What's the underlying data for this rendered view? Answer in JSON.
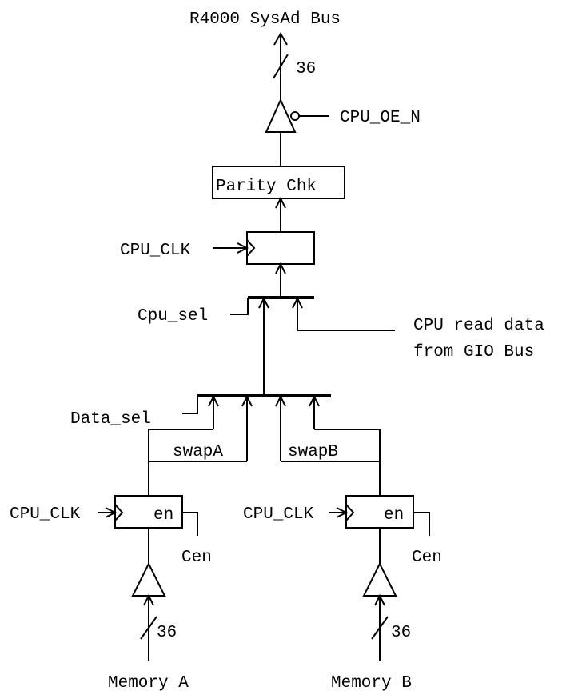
{
  "labels": {
    "sysad_bus": "R4000 SysAd Bus",
    "width_top": "36",
    "cpu_oe_n": "CPU_OE_N",
    "parity_chk": "Parity Chk",
    "cpu_clk_top": "CPU_CLK",
    "cpu_sel": "Cpu_sel",
    "gio_line1": "CPU read data",
    "gio_line2": "from GIO Bus",
    "data_sel": "Data_sel",
    "swap_a": "swapA",
    "swap_b": "swapB",
    "cpu_clk_a": "CPU_CLK",
    "cpu_clk_b": "CPU_CLK",
    "en_a": "en",
    "en_b": "en",
    "cen_a": "Cen",
    "cen_b": "Cen",
    "width_a": "36",
    "width_b": "36",
    "memory_a": "Memory A",
    "memory_b": "Memory B"
  }
}
